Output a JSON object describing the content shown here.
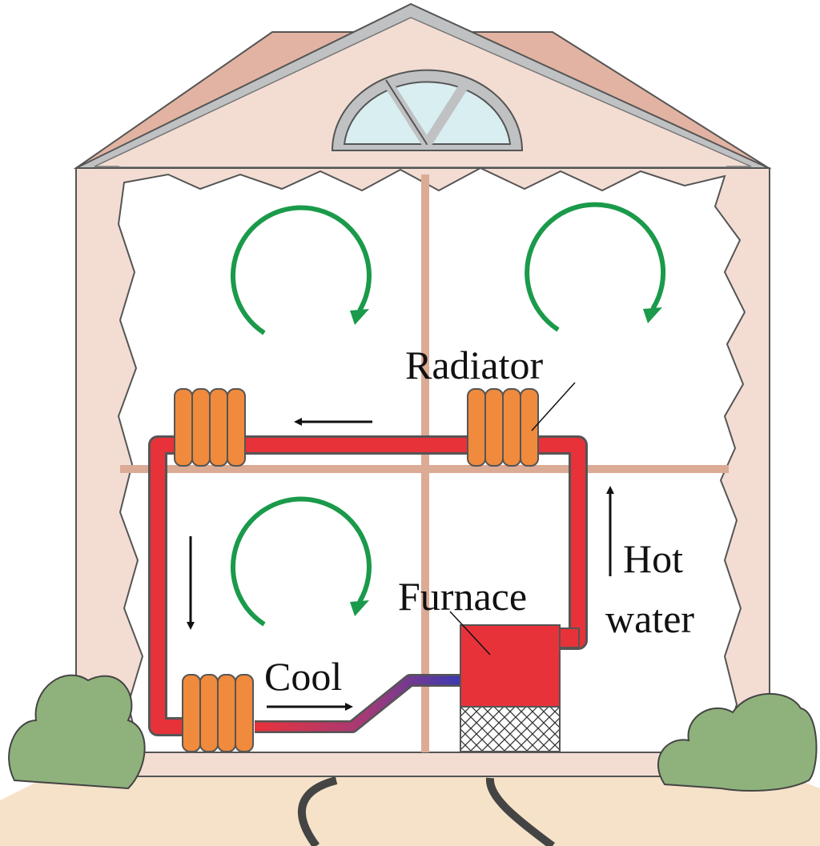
{
  "labels": {
    "radiator": "Radiator",
    "furnace": "Furnace",
    "hot_line1": "Hot",
    "hot_line2": "water",
    "cool": "Cool"
  },
  "colors": {
    "pipe_hot": "#e8323a",
    "pipe_cool": "#4a3fa0",
    "convection_arrow": "#1a9a4a",
    "radiator_fill": "#f08a3c",
    "wall": "#f3ddd3",
    "roof": "#e2b3a2",
    "trim": "#a7a9ab",
    "bush": "#8fb27c",
    "ground": "#f5e2c9"
  },
  "icons": {
    "convection": "circular-arrow-icon",
    "radiator": "radiator-icon",
    "furnace": "furnace-icon",
    "flow": "arrow-icon"
  }
}
